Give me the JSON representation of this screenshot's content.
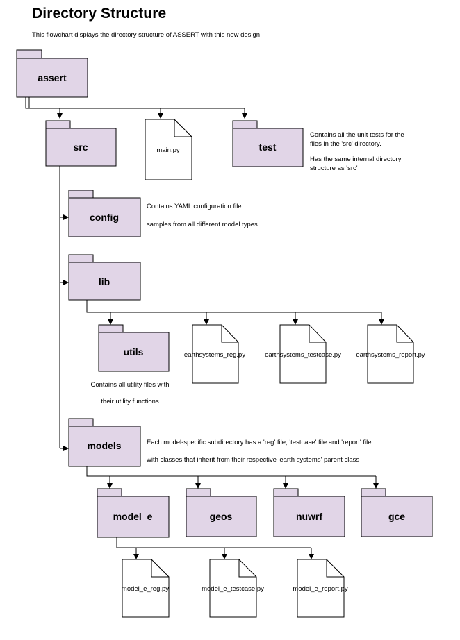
{
  "page": {
    "title": "Directory Structure",
    "subtitle": "This flowchart displays the directory structure of ASSERT with this new design."
  },
  "colors": {
    "folder_fill": "#e1d5e7",
    "folder_stroke": "#000000",
    "file_fill": "#ffffff",
    "line": "#000000"
  },
  "folders": {
    "assert": "assert",
    "src": "src",
    "test": "test",
    "config": "config",
    "lib": "lib",
    "utils": "utils",
    "models": "models",
    "model_e": "model_e",
    "geos": "geos",
    "nuwrf": "nuwrf",
    "gce": "gce"
  },
  "files": {
    "main": "main.py",
    "earthsystems_reg": "earthsystems_reg.py",
    "earthsystems_testcase": "earthsystems_testcase.py",
    "earthsystems_report": "earthsystems_report.py",
    "model_e_reg": "model_e_reg.py",
    "model_e_testcase": "model_e_testcase.py",
    "model_e_report": "model_e_report.py"
  },
  "notes": {
    "test_line1": "Contains all the unit tests for the",
    "test_line2": "files in the 'src' directory.",
    "test_line3": "Has the same internal directory",
    "test_line4": "structure as 'src'",
    "config_line1": "Contains YAML configuration file",
    "config_line2": "samples from all different model types",
    "utils_line1": "Contains all utility files with",
    "utils_line2": "their utility functions",
    "models_line1": "Each model-specific subdirectory has a 'reg' file, 'testcase' file and 'report' file",
    "models_line2": "with classes that inherit from their respective 'earth systems' parent class"
  }
}
